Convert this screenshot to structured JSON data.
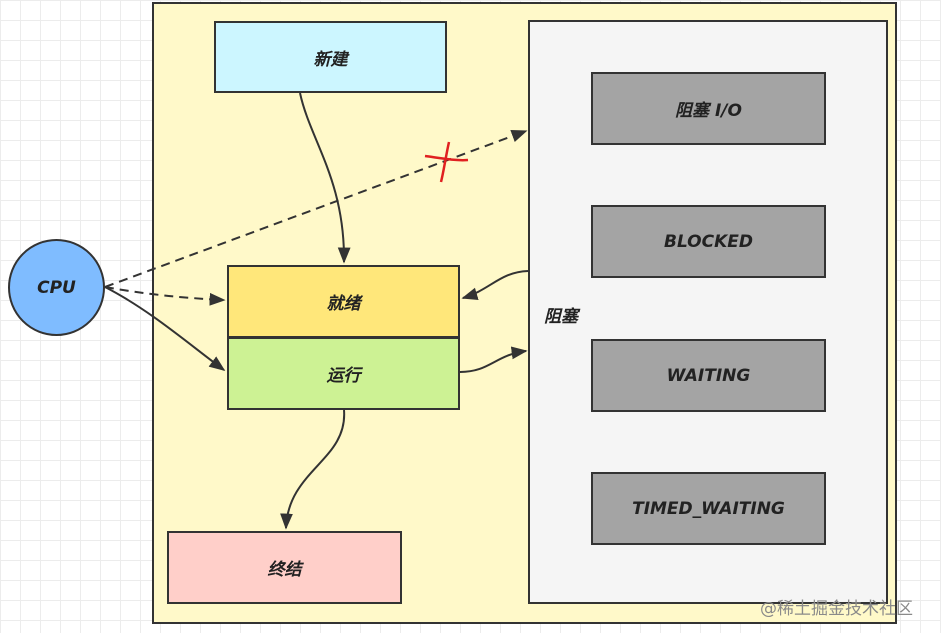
{
  "states": {
    "new": "新建",
    "ready": "就绪",
    "running": "运行",
    "terminated": "终结",
    "blocked_group": "阻塞"
  },
  "blocked_states": [
    "阻塞 I/O",
    "BLOCKED",
    "WAITING",
    "TIMED_WAITING"
  ],
  "cpu": "CPU",
  "watermark": "@稀土掘金技术社区",
  "colors": {
    "new": "#ccf6ff",
    "ready": "#ffe77a",
    "running": "#cdf294",
    "terminated": "#ffcfc9",
    "cpu": "#7fbcff",
    "blocked_panel": "#f5f5f5",
    "blocked_state": "#a4a4a4",
    "outer_panel": "#fff9c9",
    "cross_mark": "#e02020"
  }
}
